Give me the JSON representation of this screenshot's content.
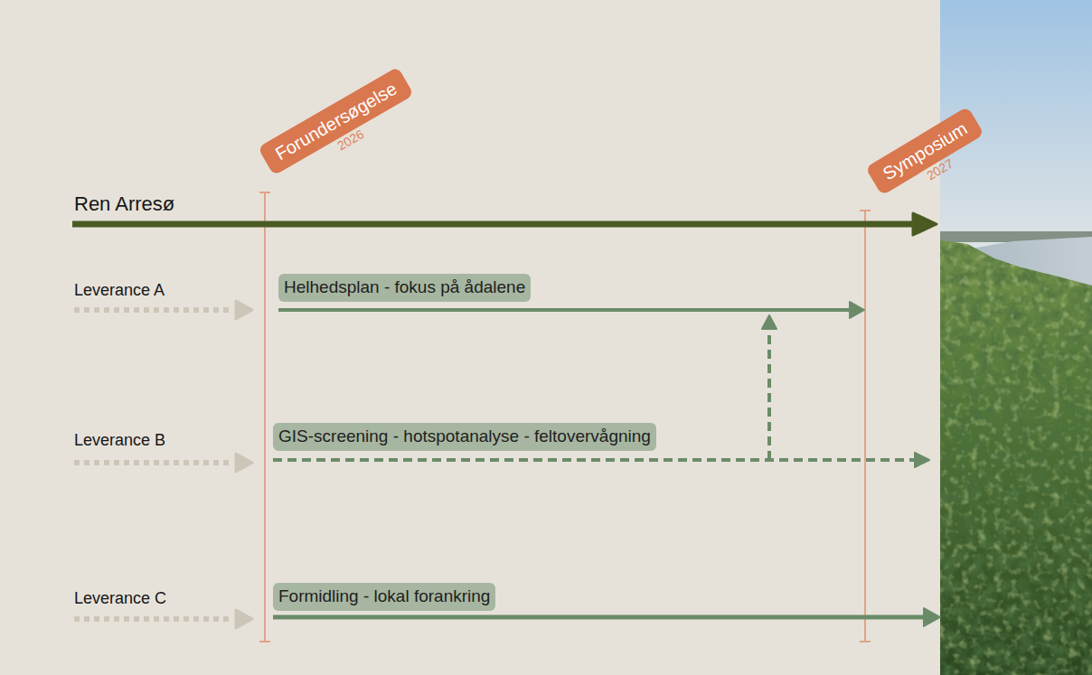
{
  "diagram": {
    "nodes": [
      {
        "text": [
          "Forundersøgelse",
          "2026"
        ]
      },
      {
        "text": [
          "Symposium",
          "2027"
        ]
      },
      {
        "text": [
          "Helhedsplan - fokus på ådalene"
        ]
      },
      {
        "text": [
          "GIS-screening - hotspotanalyse - feltovervågning"
        ]
      },
      {
        "text": [
          "Formidling - lokal forankring"
        ]
      }
    ],
    "labels": [
      "Ren Arresø",
      "Leverance A",
      "Leverance B",
      "Leverance C"
    ]
  }
}
